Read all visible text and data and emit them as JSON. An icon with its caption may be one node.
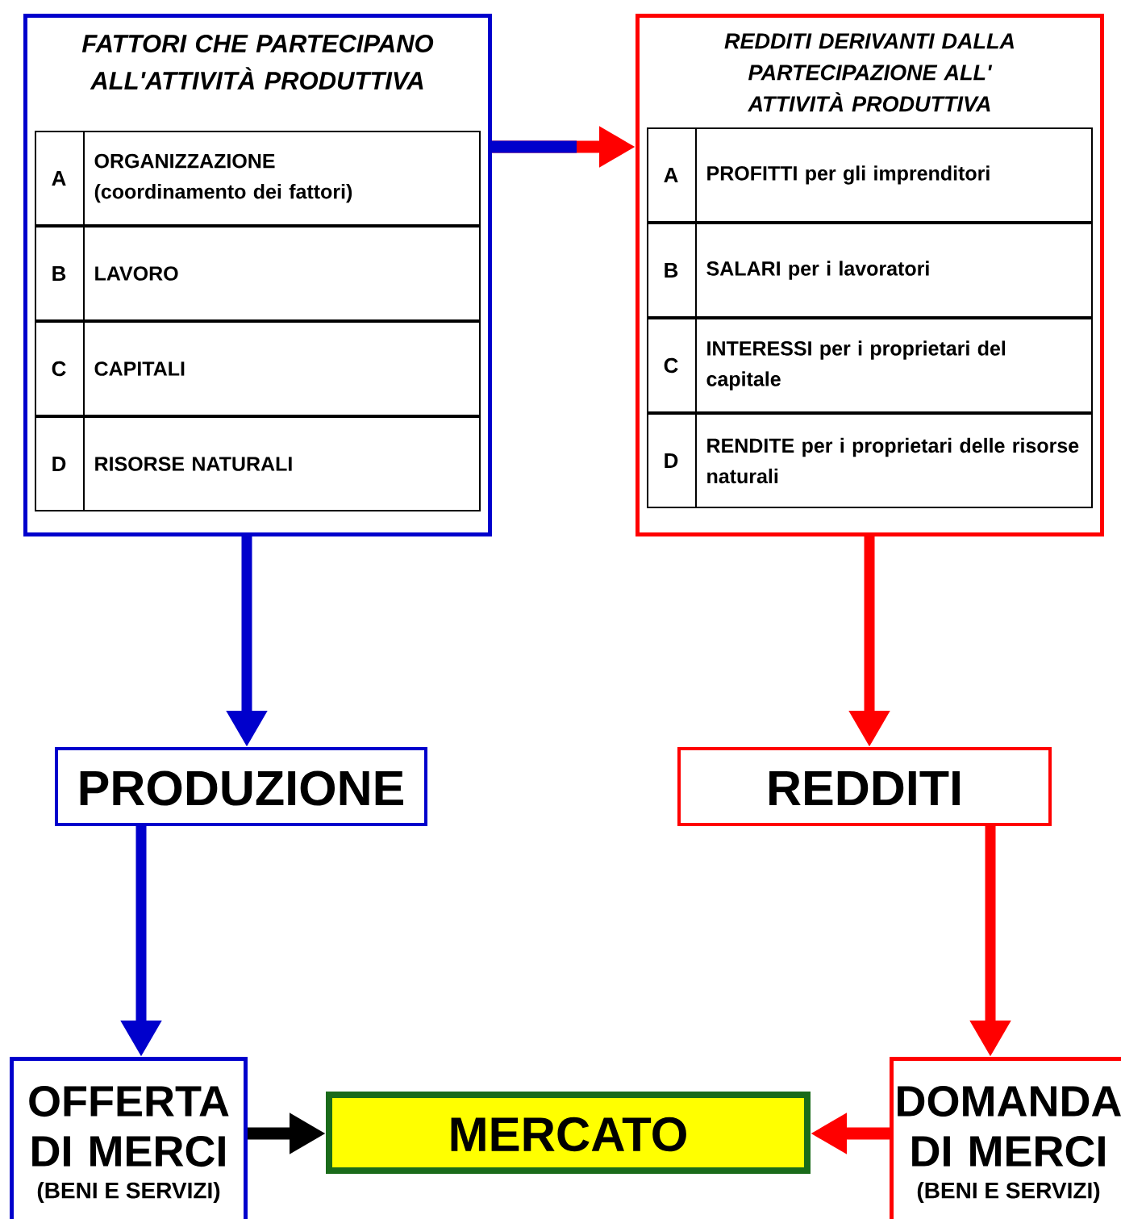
{
  "diagram": {
    "nodes": [
      {
        "text": [
          "FATTORI CHE PARTECIPANO ALL'ATTIVITÀ PRODUTTIVA"
        ]
      },
      {
        "text": [
          "A",
          "ORGANIZZAZIONE (coordinamento dei fattori)"
        ],
        "in": 0
      },
      {
        "text": [
          "B",
          "LAVORO"
        ],
        "in": 0
      },
      {
        "text": [
          "C",
          "CAPITALI"
        ],
        "in": 0
      },
      {
        "text": [
          "D",
          "RISORSE NATURALI"
        ],
        "in": 0
      },
      {
        "text": [
          "REDDITI DERIVANTI DALLA PARTECIPAZIONE ALL' ATTIVITÀ PRODUTTIVA"
        ]
      },
      {
        "text": [
          "A",
          "PROFITTI per gli imprenditori"
        ],
        "in": 5
      },
      {
        "text": [
          "B",
          "SALARI per i lavoratori"
        ],
        "in": 5
      },
      {
        "text": [
          "C",
          "INTERESSI per i proprietari del capitale"
        ],
        "in": 5
      },
      {
        "text": [
          "D",
          "RENDITE per i proprietari delle risorse naturali"
        ],
        "in": 5
      },
      {
        "text": [
          "PRODUZIONE"
        ]
      },
      {
        "text": [
          "REDDITI"
        ]
      },
      {
        "text": [
          "OFFERTA DI MERCI",
          "(BENI E SERVIZI)"
        ]
      },
      {
        "text": [
          "MERCATO"
        ]
      },
      {
        "text": [
          "DOMANDA DI MERCI",
          "(BENI E SERVIZI)"
        ]
      }
    ],
    "edges": [
      {
        "from": 0,
        "to": 5,
        "arrow": "to",
        "color": "#ff0000"
      },
      {
        "from": 0,
        "to": 10,
        "arrow": "to",
        "color": "#0000cc"
      },
      {
        "from": 5,
        "to": 11,
        "arrow": "to",
        "color": "#ff0000"
      },
      {
        "from": 10,
        "to": 12,
        "arrow": "to",
        "color": "#0000cc"
      },
      {
        "from": 11,
        "to": 14,
        "arrow": "to",
        "color": "#ff0000"
      },
      {
        "from": 12,
        "to": 13,
        "arrow": "to",
        "color": "#000000"
      },
      {
        "from": 14,
        "to": 13,
        "arrow": "to",
        "color": "#ff0000"
      }
    ]
  }
}
